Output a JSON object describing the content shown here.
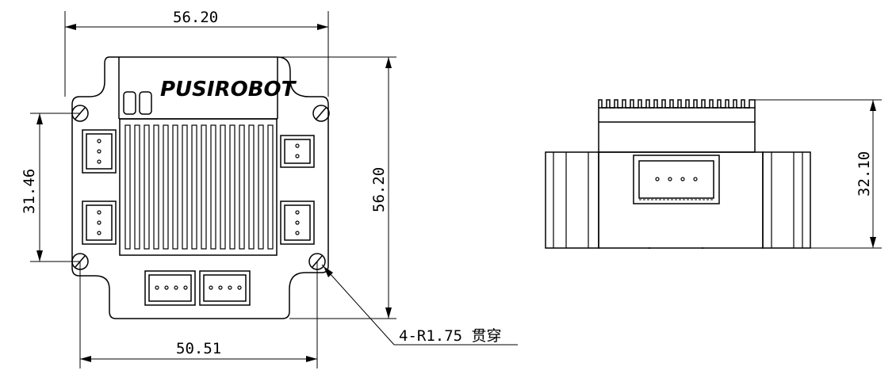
{
  "drawing": {
    "brand_logo": "PUSIROBOT",
    "dimensions": {
      "top_width": "56.20",
      "left_hole_spacing": "31.46",
      "right_height": "56.20",
      "bottom_hole_spacing": "50.51",
      "side_height": "32.10"
    },
    "hole_note": "4-R1.75 贯穿",
    "colors": {
      "line": "#000000",
      "background": "#ffffff"
    }
  }
}
